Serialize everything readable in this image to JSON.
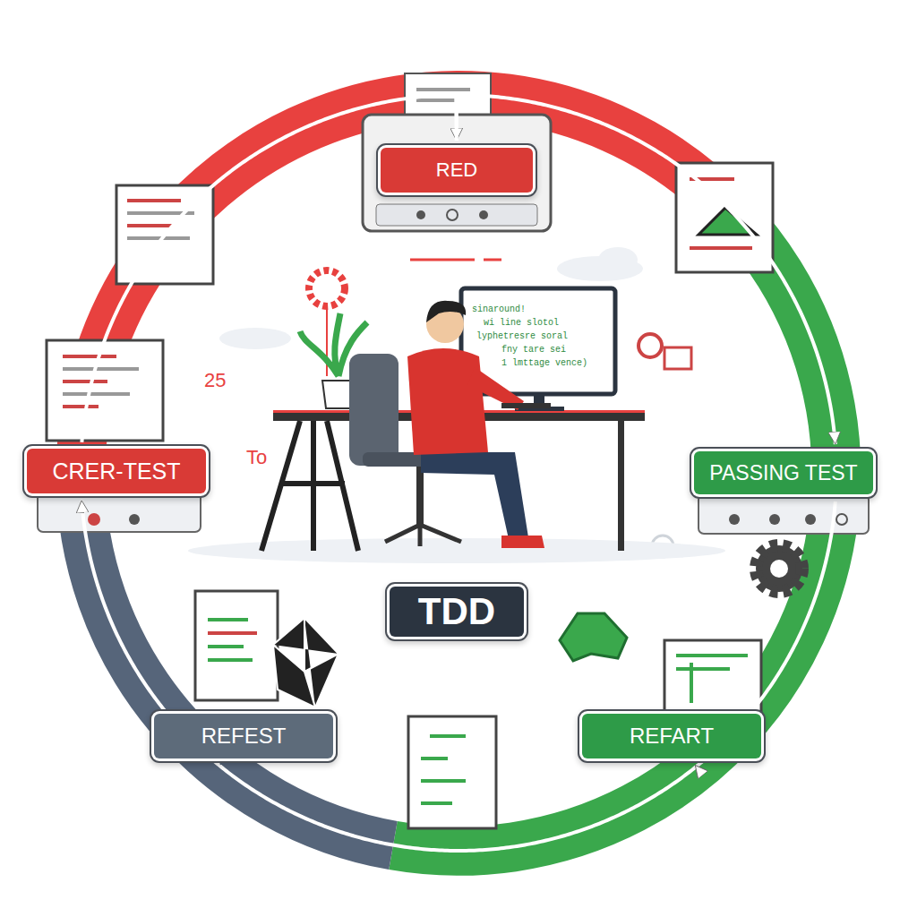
{
  "diagram": {
    "nodes": [
      {
        "text": [
          "RED"
        ]
      },
      {
        "text": [
          "CRER-TEST"
        ]
      },
      {
        "text": [
          "PASSING TEST"
        ]
      },
      {
        "text": [
          "TDD"
        ]
      },
      {
        "text": [
          "REFEST"
        ]
      },
      {
        "text": [
          "REFART"
        ]
      }
    ],
    "edges": [
      {
        "from": 1,
        "to": 0,
        "arrow": "to"
      },
      {
        "from": 0,
        "to": 2,
        "arrow": "to"
      },
      {
        "from": 2,
        "to": 5,
        "arrow": "to"
      },
      {
        "from": 4,
        "to": 5,
        "arrow": "to"
      },
      {
        "from": 4,
        "to": 1,
        "arrow": "to"
      }
    ],
    "labels": [
      "sinaround!",
      "wi line slotol",
      "lyphetresre soral",
      "fny tare sei",
      "1 lmttage vence)",
      "25",
      "To"
    ]
  }
}
